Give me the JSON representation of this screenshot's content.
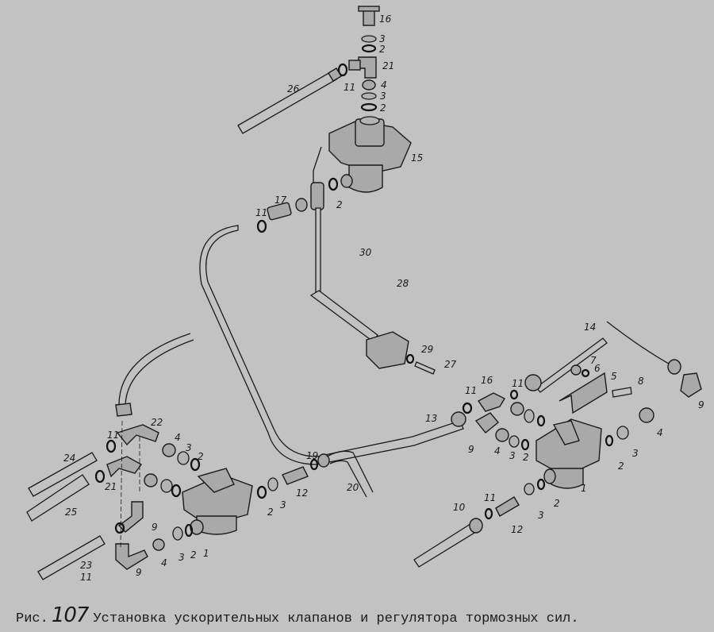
{
  "caption": {
    "prefix": "Рис.",
    "number": "107",
    "text": "Установка ускорительных клапанов и регулятора тормозных сил."
  },
  "labels": {
    "top": [
      "16",
      "3",
      "2",
      "21",
      "4",
      "3",
      "2",
      "26",
      "11",
      "15",
      "2",
      "17",
      "11",
      "30",
      "28",
      "29",
      "27"
    ],
    "left": [
      "22",
      "11",
      "4",
      "3",
      "2",
      "24",
      "21",
      "25",
      "9",
      "9",
      "4",
      "3",
      "2",
      "1",
      "23",
      "11",
      "19",
      "12",
      "20",
      "2",
      "3"
    ],
    "right": [
      "14",
      "7",
      "6",
      "5",
      "8",
      "9",
      "4",
      "16",
      "11",
      "11",
      "13",
      "9",
      "4",
      "3",
      "2",
      "2",
      "3",
      "1",
      "10",
      "11",
      "12",
      "3",
      "2"
    ]
  }
}
